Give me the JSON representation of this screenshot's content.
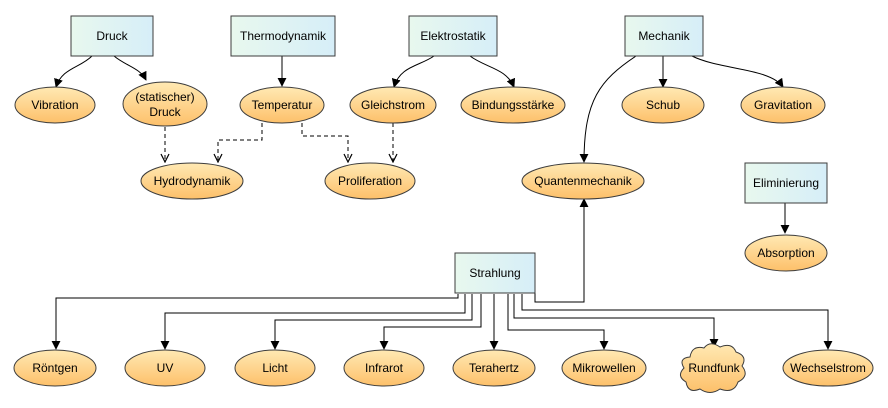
{
  "colors": {
    "rect_fill_top": "#E8F8EE",
    "rect_fill_bottom": "#D6EEF8",
    "rect_stroke": "#3C3C3C",
    "ellipse_fill_top": "#FFE9B3",
    "ellipse_fill_bottom": "#FDC06A",
    "ellipse_stroke": "#3C3C3C",
    "edge": "#000000"
  },
  "nodes": {
    "druck": {
      "label": "Druck",
      "shape": "rect"
    },
    "thermodynamik": {
      "label": "Thermodynamik",
      "shape": "rect"
    },
    "elektrostatik": {
      "label": "Elektrostatik",
      "shape": "rect"
    },
    "mechanik": {
      "label": "Mechanik",
      "shape": "rect"
    },
    "eliminierung": {
      "label": "Eliminierung",
      "shape": "rect"
    },
    "strahlung": {
      "label": "Strahlung",
      "shape": "rect"
    },
    "vibration": {
      "label": "Vibration",
      "shape": "ellipse"
    },
    "statischer_druck": {
      "label": "(statischer)\nDruck",
      "shape": "ellipse"
    },
    "temperatur": {
      "label": "Temperatur",
      "shape": "ellipse"
    },
    "gleichstrom": {
      "label": "Gleichstrom",
      "shape": "ellipse"
    },
    "bindungsstaerke": {
      "label": "Bindungsstärke",
      "shape": "ellipse"
    },
    "schub": {
      "label": "Schub",
      "shape": "ellipse"
    },
    "gravitation": {
      "label": "Gravitation",
      "shape": "ellipse"
    },
    "hydrodynamik": {
      "label": "Hydrodynamik",
      "shape": "ellipse"
    },
    "proliferation": {
      "label": "Proliferation",
      "shape": "ellipse"
    },
    "quantenmechanik": {
      "label": "Quantenmechanik",
      "shape": "ellipse"
    },
    "absorption": {
      "label": "Absorption",
      "shape": "ellipse"
    },
    "roentgen": {
      "label": "Röntgen",
      "shape": "ellipse"
    },
    "uv": {
      "label": "UV",
      "shape": "ellipse"
    },
    "licht": {
      "label": "Licht",
      "shape": "ellipse"
    },
    "infrarot": {
      "label": "Infrarot",
      "shape": "ellipse"
    },
    "terahertz": {
      "label": "Terahertz",
      "shape": "ellipse"
    },
    "mikrowellen": {
      "label": "Mikrowellen",
      "shape": "ellipse"
    },
    "rundfunk": {
      "label": "Rundfunk",
      "shape": "cloud"
    },
    "wechselstrom": {
      "label": "Wechselstrom",
      "shape": "ellipse"
    }
  },
  "edges": [
    {
      "from": "druck",
      "to": "vibration",
      "style": "solid"
    },
    {
      "from": "druck",
      "to": "statischer_druck",
      "style": "solid"
    },
    {
      "from": "thermodynamik",
      "to": "temperatur",
      "style": "solid"
    },
    {
      "from": "elektrostatik",
      "to": "gleichstrom",
      "style": "solid"
    },
    {
      "from": "elektrostatik",
      "to": "bindungsstaerke",
      "style": "solid"
    },
    {
      "from": "mechanik",
      "to": "schub",
      "style": "solid"
    },
    {
      "from": "mechanik",
      "to": "gravitation",
      "style": "solid"
    },
    {
      "from": "mechanik",
      "to": "quantenmechanik",
      "style": "solid"
    },
    {
      "from": "statischer_druck",
      "to": "hydrodynamik",
      "style": "dashed"
    },
    {
      "from": "temperatur",
      "to": "hydrodynamik",
      "style": "dashed"
    },
    {
      "from": "temperatur",
      "to": "proliferation",
      "style": "dashed"
    },
    {
      "from": "gleichstrom",
      "to": "proliferation",
      "style": "dashed"
    },
    {
      "from": "eliminierung",
      "to": "absorption",
      "style": "solid"
    },
    {
      "from": "strahlung",
      "to": "quantenmechanik",
      "style": "solid"
    },
    {
      "from": "strahlung",
      "to": "roentgen",
      "style": "solid"
    },
    {
      "from": "strahlung",
      "to": "uv",
      "style": "solid"
    },
    {
      "from": "strahlung",
      "to": "licht",
      "style": "solid"
    },
    {
      "from": "strahlung",
      "to": "infrarot",
      "style": "solid"
    },
    {
      "from": "strahlung",
      "to": "terahertz",
      "style": "solid"
    },
    {
      "from": "strahlung",
      "to": "mikrowellen",
      "style": "solid"
    },
    {
      "from": "strahlung",
      "to": "rundfunk",
      "style": "solid"
    },
    {
      "from": "strahlung",
      "to": "wechselstrom",
      "style": "solid"
    }
  ]
}
